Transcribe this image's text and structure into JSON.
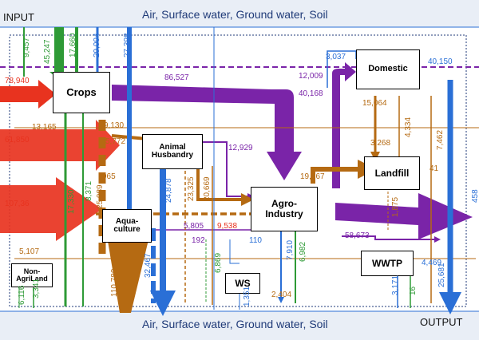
{
  "env": {
    "top_band": "Air, Surface water, Ground water, Soil",
    "bottom_band": "Air, Surface water, Ground water, Soil",
    "input_label": "INPUT",
    "output_label": "OUTPUT"
  },
  "nodes": {
    "crops": "Crops",
    "animal_line1": "Animal",
    "animal_line2": "Husbandry",
    "aqua_line1": "Aqua-",
    "aqua_line2": "culture",
    "agro_line1": "Agro-",
    "agro_line2": "Industry",
    "domestic": "Domestic",
    "landfill": "Landfill",
    "wwtp": "WWTP",
    "ws": "WS",
    "nonagri_line1": "Non-",
    "nonagri_line2": "AgriLand"
  },
  "flows": {
    "crops_top_in1": "9,457",
    "crops_top_in2": "45,247",
    "crops_top_in3": "17,660",
    "crops_top_in4": "29,094",
    "crops_top_in5": "27,398",
    "domestic_top_in": "3,037",
    "domestic_out": "40,150",
    "crops_red_in": "78,940",
    "crops_to_agro": "86,527",
    "crops_left_out": "13,165",
    "crops_to_animal": "9,130",
    "agro_to_domestic1": "12,009",
    "agro_to_domestic2": "40,168",
    "domestic_to_landfill": "15,064",
    "animal_red_in": "61,850",
    "animal_in": "5,772",
    "animal_to_agro": "12,929",
    "crops_down_965": "965",
    "domestic_brown_3268": "3,268",
    "domestic_brown_4334": "4,334",
    "landfill_7462": "7,462",
    "landfill_41": "41",
    "agro_to_landfill": "19,967",
    "aqua_red_in": "107,36",
    "green_17330": "17,330",
    "green_8371": "8,371",
    "brown_25089": "25,089",
    "blue_24878": "24,878",
    "brown_23325": "23,325",
    "brown_20669": "20,669",
    "flow_1875": "1,875",
    "right_458": "458",
    "aqua_to_agro": "5,805",
    "animal_to_agro_9538": "9,538",
    "flow_192": "192",
    "flow_110": "110",
    "agro_out_58673": "58,673",
    "flow_5107": "5,107",
    "brown_110780": "110,780",
    "blue_32467": "32,467",
    "green_6869": "6,869",
    "blue_7910": "7,910",
    "green_6982": "6,982",
    "ws_out_2404": "2,404",
    "flow_4469": "4,469",
    "blue_25681": "25,681",
    "wwtp_3171": "3,171",
    "wwtp_16": "16",
    "flow_6116": "6,116",
    "flow_3341": "3,341",
    "ws_in_1351": "1,351"
  },
  "colors": {
    "red": "#e8331f",
    "purple": "#7a24a8",
    "brown": "#b56a12",
    "green": "#2e9a36",
    "blue": "#2a6fd6",
    "darkblue": "#1f3a78"
  }
}
